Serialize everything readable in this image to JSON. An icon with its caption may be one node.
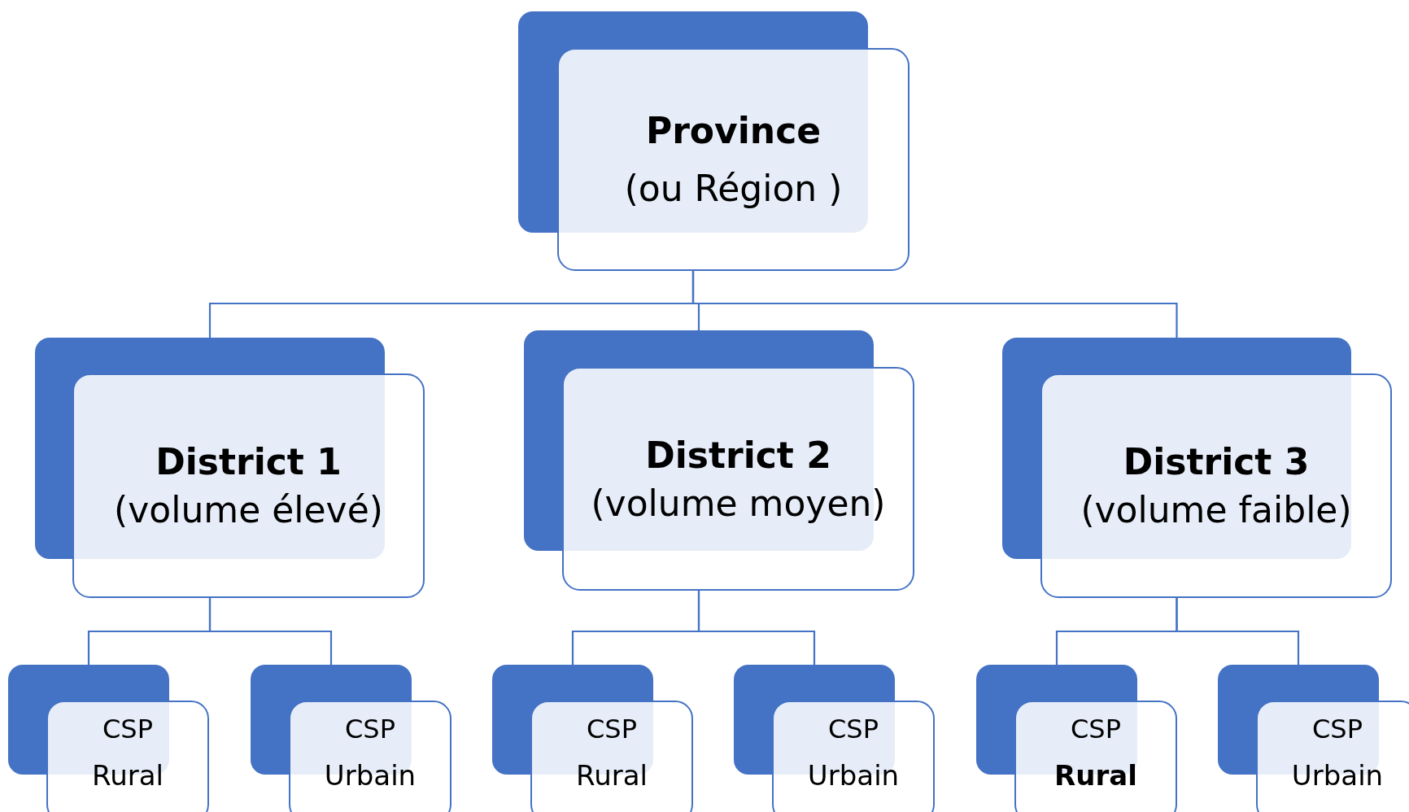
{
  "diagram": {
    "nodes": [
      {
        "text": [
          "Province",
          "(ou Région )"
        ]
      },
      {
        "text": [
          "District 1",
          "(volume élevé)"
        ]
      },
      {
        "text": [
          "District 2",
          "(volume moyen)"
        ]
      },
      {
        "text": [
          "District 3",
          "(volume faible)"
        ]
      },
      {
        "text": [
          "CSP",
          "Rural"
        ]
      },
      {
        "text": [
          "CSP",
          "Urbain"
        ]
      },
      {
        "text": [
          "CSP",
          "Rural"
        ]
      },
      {
        "text": [
          "CSP",
          "Urbain"
        ]
      },
      {
        "text": [
          "CSP",
          "**Rural**"
        ]
      },
      {
        "text": [
          "CSP",
          "Urbain"
        ]
      }
    ],
    "edges": [
      {
        "from": 0,
        "to": 1,
        "arrow": "none"
      },
      {
        "from": 0,
        "to": 2,
        "arrow": "none"
      },
      {
        "from": 0,
        "to": 3,
        "arrow": "none"
      },
      {
        "from": 1,
        "to": 4,
        "arrow": "none"
      },
      {
        "from": 1,
        "to": 5,
        "arrow": "none"
      },
      {
        "from": 2,
        "to": 6,
        "arrow": "none"
      },
      {
        "from": 2,
        "to": 7,
        "arrow": "none"
      },
      {
        "from": 3,
        "to": 8,
        "arrow": "none"
      },
      {
        "from": 3,
        "to": 9,
        "arrow": "none"
      }
    ]
  }
}
